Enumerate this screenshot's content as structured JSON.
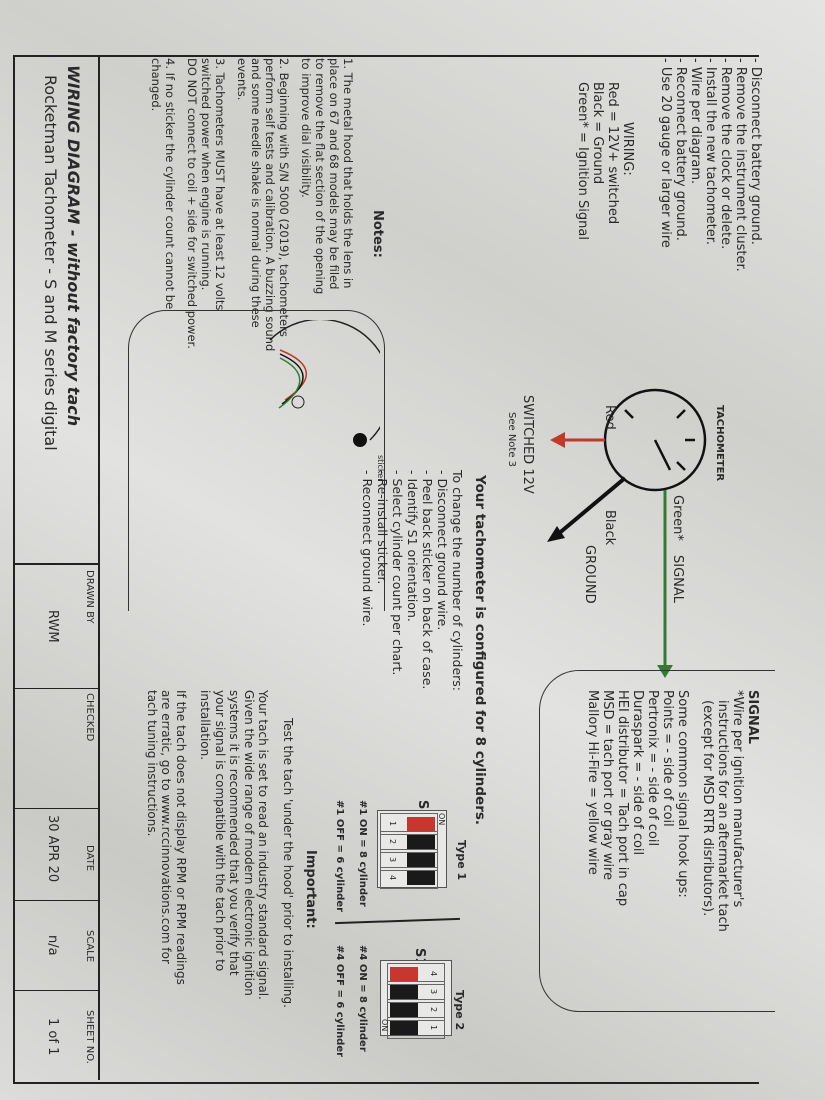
{
  "install_steps": [
    "- Disconnect battery ground.",
    "- Remove the instrument cluster.",
    "- Remove the clock or delete.",
    "- Install the new tachometer.",
    "- Wire per diagram.",
    "- Reconnect battery ground.",
    "- Use 20 gauge or larger wire"
  ],
  "wiring": {
    "title": "WIRING:",
    "lines": [
      "Red = 12V+ switched",
      "Black = Ground",
      "Green* = Ignition Signal"
    ]
  },
  "notes": {
    "title": "Notes:",
    "items": [
      [
        "1. The metal hood that holds the lens in",
        "place on 67 and 68 models may be filed",
        "to remove the flat section of the opening",
        "to improve dial visibility."
      ],
      [
        "2. Beginning with S/N 5000 (2019), tachometers",
        "perform self tests and calibration. A buzzing sound",
        "and some needle shake is normal during these",
        "events."
      ],
      [
        "3. Tachometers MUST have at least  12 volts",
        "switched power when engine is running.",
        "DO NOT connect to coil + side for switched power."
      ],
      [
        "4. If no sticker the cylinder count cannot be",
        "changed."
      ]
    ]
  },
  "diagram": {
    "tachometer": "TACHOMETER",
    "green": "Green*",
    "signal": "SIGNAL",
    "red": "Red",
    "black": "Black",
    "ground": "GROUND",
    "switched": "SWITCHED 12V",
    "see_note": "See Note 3",
    "sticker": "sticker",
    "colors": {
      "red": "#c0392b",
      "green": "#2e7d32",
      "black": "#111111"
    }
  },
  "signal_box": {
    "title": "SIGNAL",
    "lines": [
      "*Wire per ignition manufacturer's",
      "instructions for an aftermarket tach",
      "(except for MSD RTR disributors)."
    ],
    "hookups_title": "Some common signal hook ups:",
    "hookups": [
      "Points = - side of coil",
      "Pertronix = - side of coil",
      "Duraspark = - side of coil",
      "HEI distributor = Tach port in cap",
      "MSD = tach port or gray wire",
      "Mallory Hi-Fire = yellow wire"
    ]
  },
  "config": {
    "headline": "Your tachometer is configured for 8 cylinders.",
    "intro": "To change the number of cylinders:",
    "steps": [
      "- Disconnect ground wire.",
      "- Peel back sticker on back of case.",
      "- Identify S1 orientation.",
      "- Select cylinder count per chart.",
      "- Re-install sticker.",
      "- Reconnect ground wire."
    ]
  },
  "switch_type1": {
    "title": "Type 1",
    "label": "S1",
    "on_label": "ON",
    "numbers": [
      "1",
      "2",
      "3",
      "4"
    ],
    "on_state": [
      true,
      false,
      false,
      false
    ],
    "line1": "#1 ON = 8 cylinder",
    "line2": "#1 OFF = 6 cylinder"
  },
  "switch_type2": {
    "title": "Type 2",
    "label": "S1",
    "on_label": "ON",
    "numbers": [
      "4",
      "3",
      "2",
      "1"
    ],
    "on_state": [
      true,
      false,
      false,
      false
    ],
    "line1": "#4 ON = 8 cylinder",
    "line2": "#4 OFF = 6 cylinder"
  },
  "important": {
    "title": "Important:",
    "p1": "Test the tach 'under the hood' prior to installing.",
    "p2": [
      "Your tach is set to read an industry standard signal.",
      "Given the wide range of modern electronic ignition",
      "systems it is recommended that you verify that",
      "your signal is compatible with the tach prior to",
      "installation."
    ],
    "p3": [
      "If the tach does not display RPM or  RPM readings",
      "are erratic, go to www.rccinnovations.com  for",
      "tach tuning instructions."
    ]
  },
  "title_block": {
    "title": "WIRING DIAGRAM - without factory tach",
    "subtitle": "Rocketman Tachometer - S and M series digital",
    "drawn_by_label": "DRAWN BY",
    "drawn_by": "RWM",
    "checked_label": "CHECKED",
    "checked": "",
    "date_label": "DATE",
    "date": "30 APR 20",
    "scale_label": "SCALE",
    "scale": "n/a",
    "sheet_label": "SHEET NO.",
    "sheet": "1 of 1"
  }
}
